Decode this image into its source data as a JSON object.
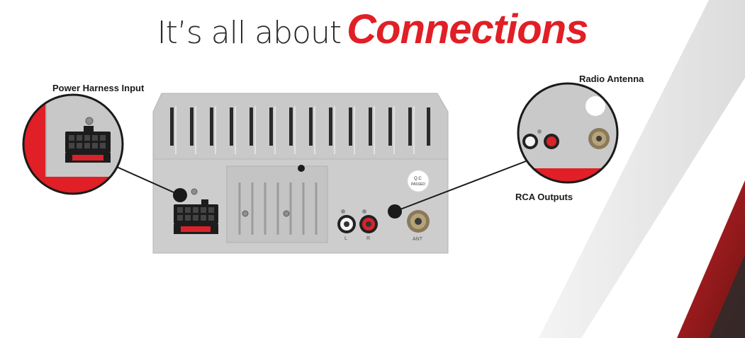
{
  "headline": {
    "prefix": "It’s all about",
    "emphasis": "Connections"
  },
  "labels": {
    "power_harness_input": "Power Harness Input",
    "radio_antenna": "Radio Antenna",
    "rca_outputs": "RCA Outputs"
  },
  "unit_markings": {
    "qc_sticker": [
      "Q.C",
      "PASSED"
    ],
    "left_jack": "L",
    "right_jack": "R",
    "antenna_port": "ANT"
  },
  "colors": {
    "accent_red": "#e01f26",
    "dark_red": "#7a1a18",
    "housing_gray": "#c9c9c9",
    "text_dark": "#1a1a1a"
  }
}
